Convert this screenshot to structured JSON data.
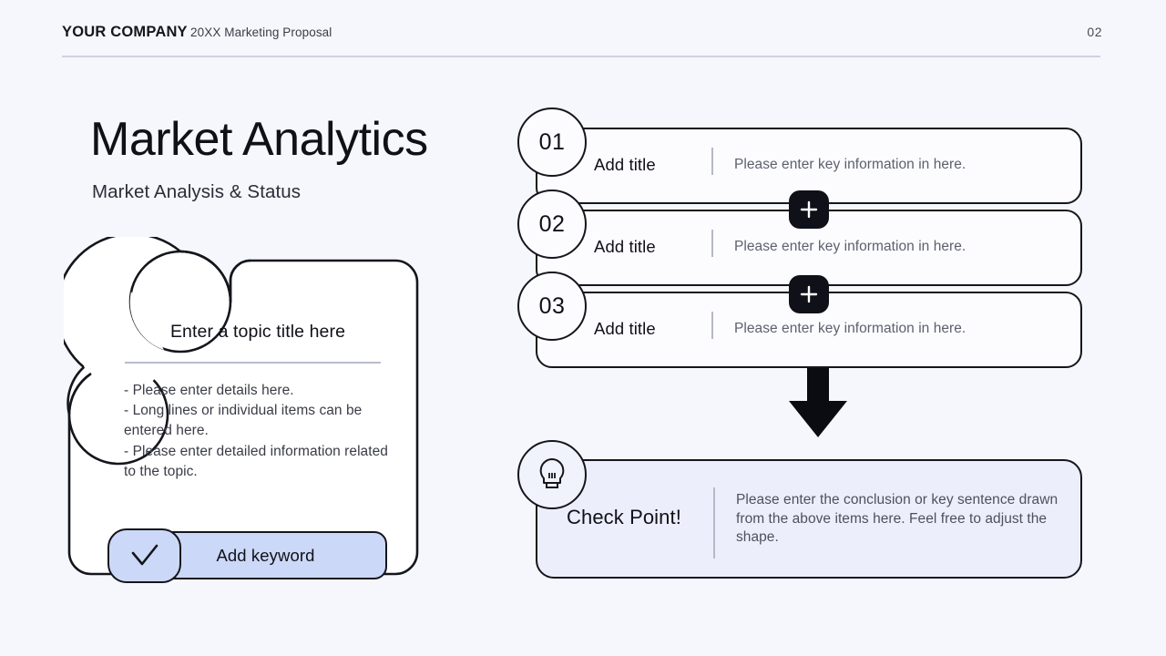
{
  "header": {
    "company": "YOUR COMPANY",
    "subtitle": "20XX Marketing Proposal",
    "page_number": "02"
  },
  "left": {
    "title": "Market Analytics",
    "subtitle": "Market Analysis & Status",
    "topic_card": {
      "title": "Enter a topic title here",
      "body": "- Please enter details here.\n- Long lines or individual items can be entered here.\n- Please enter detailed information related to the topic."
    },
    "add_keyword": {
      "label": "Add keyword",
      "icon": "check-icon"
    }
  },
  "right": {
    "items": [
      {
        "number": "01",
        "title": "Add title",
        "description": "Please enter key information in here."
      },
      {
        "number": "02",
        "title": "Add title",
        "description": "Please enter key information in here."
      },
      {
        "number": "03",
        "title": "Add title",
        "description": "Please enter key information in here."
      }
    ],
    "connectors": [
      {
        "icon": "plus-icon"
      },
      {
        "icon": "plus-icon"
      }
    ],
    "arrow": {
      "icon": "arrow-down-icon"
    },
    "checkpoint": {
      "icon": "lightbulb-icon",
      "title": "Check Point!",
      "description": "Please enter the conclusion or key sentence drawn from the above items here. Feel free to adjust the shape."
    }
  },
  "colors": {
    "background": "#f5f7fd",
    "ink": "#15161c",
    "accent_blue": "#ccd8f7",
    "checkpoint_fill": "#eceffb",
    "rule": "#cfd2e0"
  }
}
